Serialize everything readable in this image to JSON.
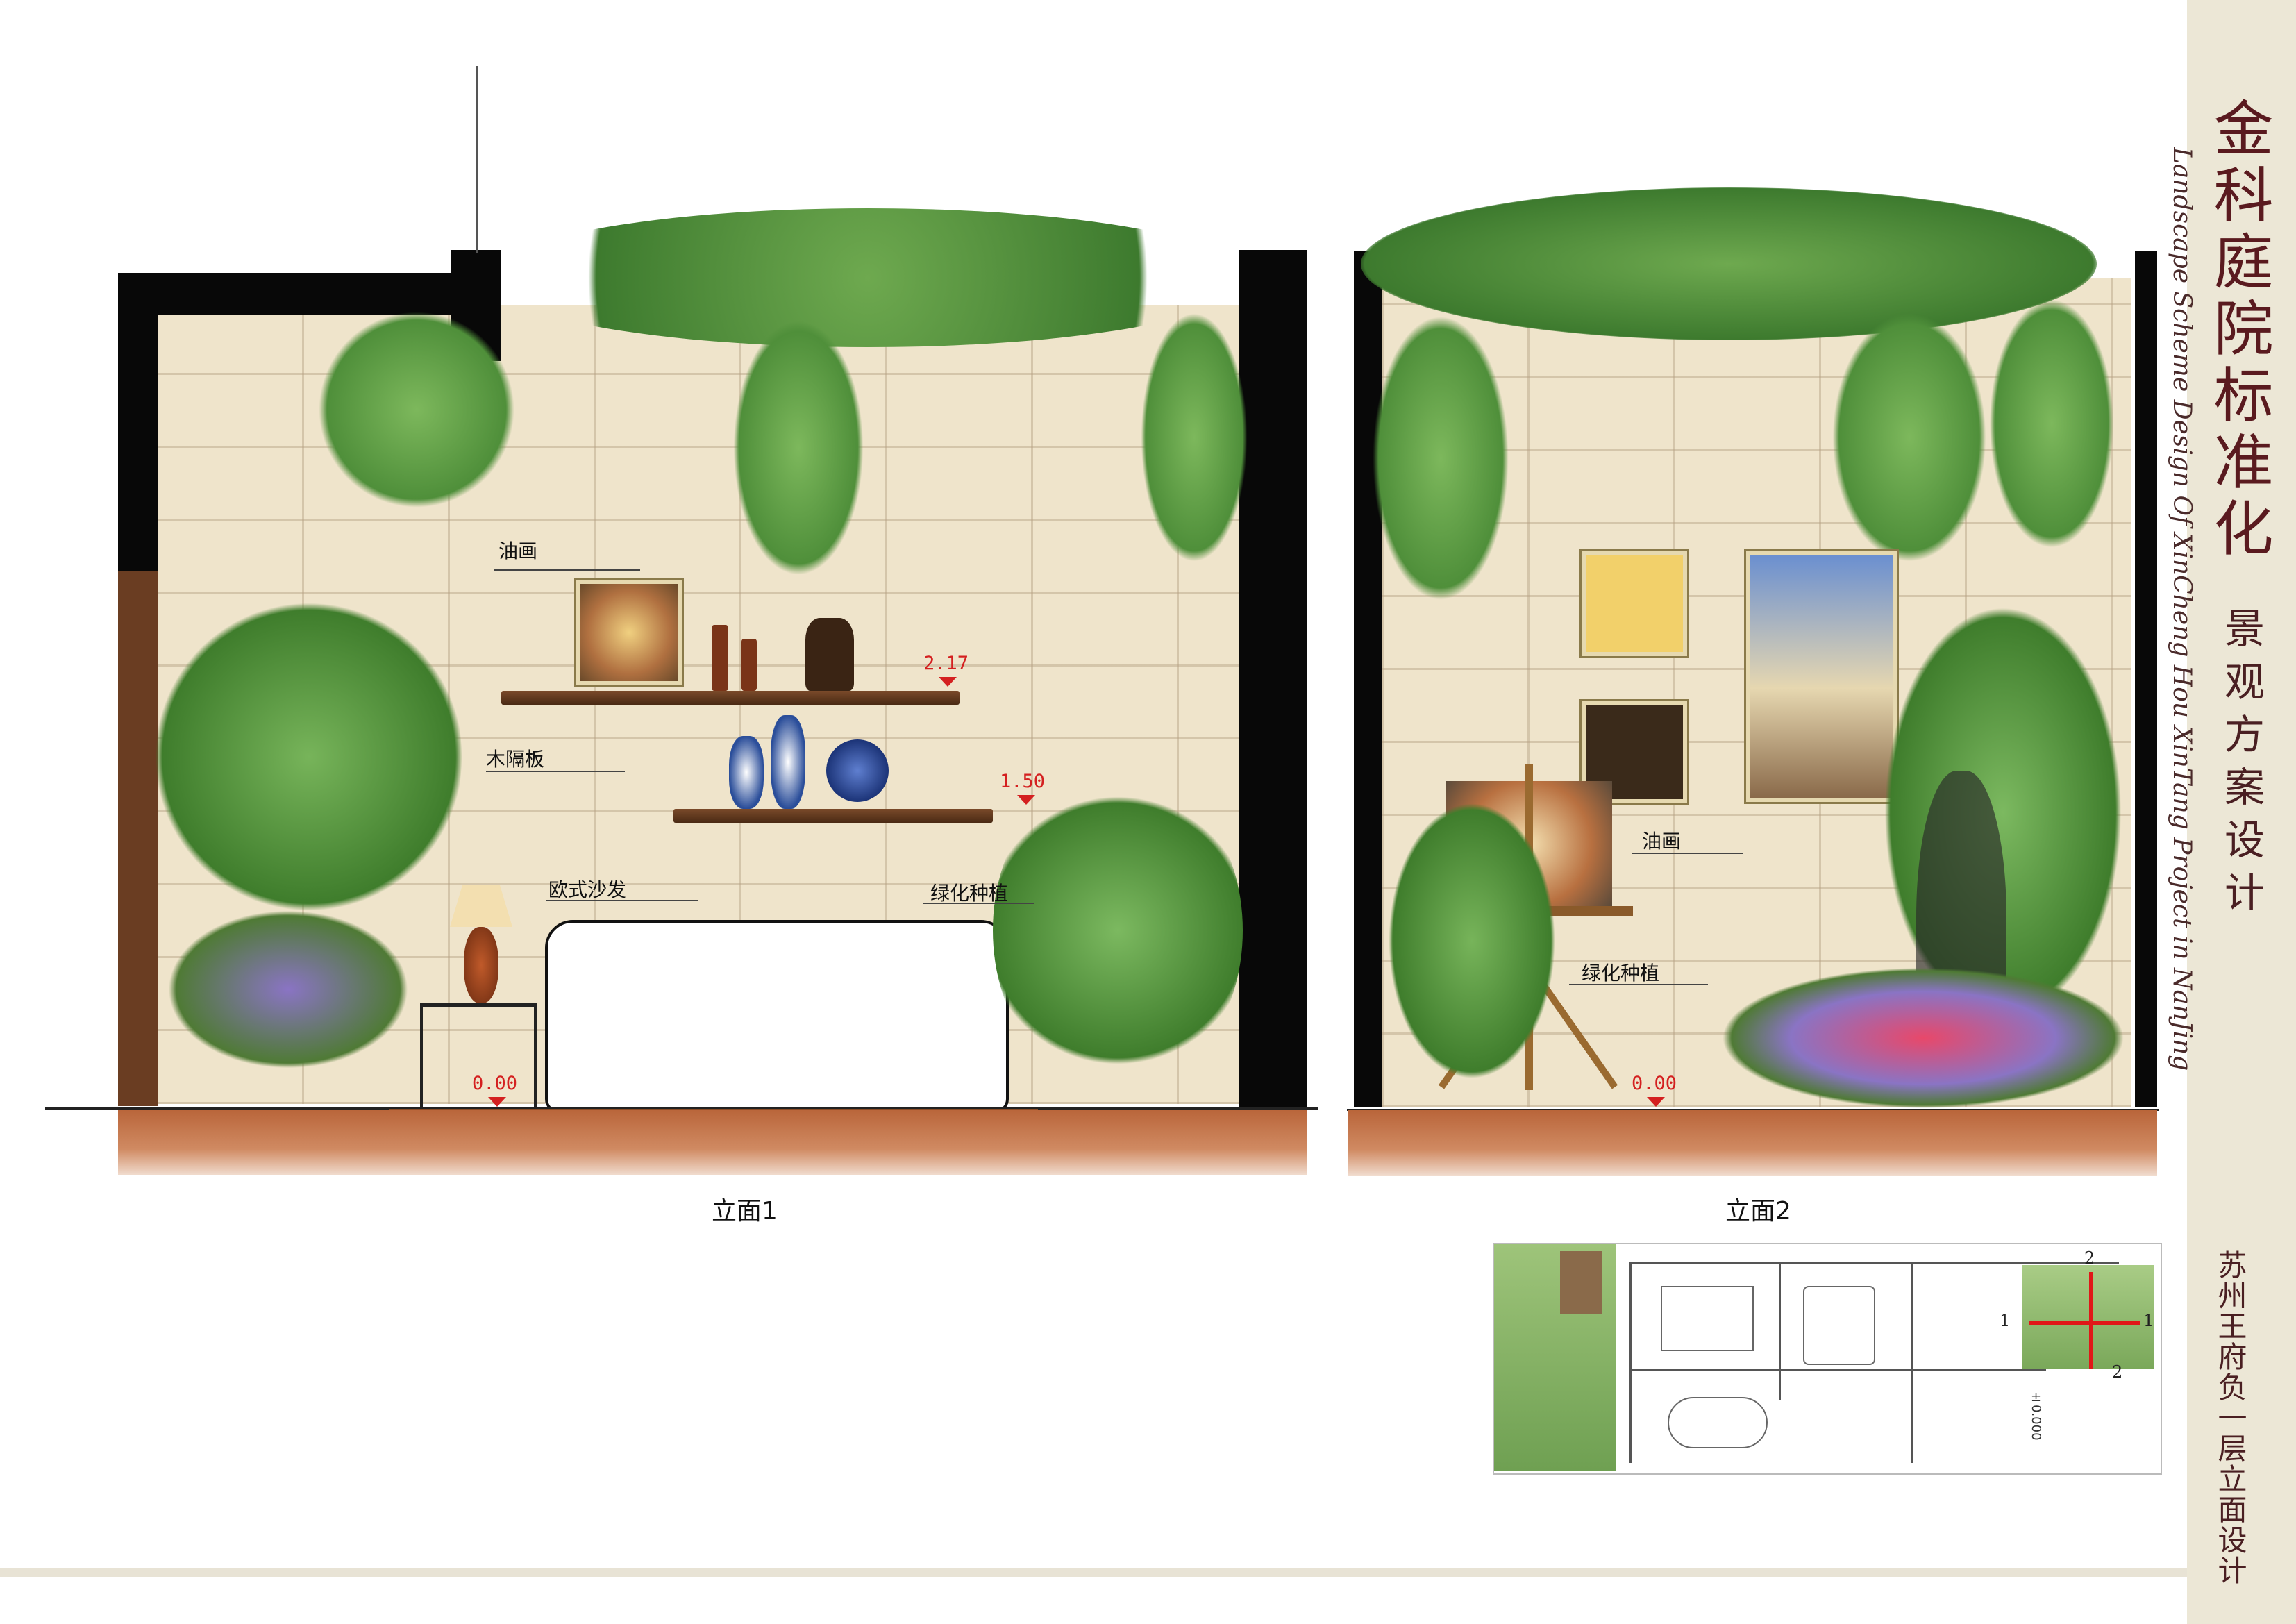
{
  "title": {
    "main_cn": "金科庭院标准化",
    "main_en": "Landscape Scheme Design Of XinCheng Hou XinTang Project in NanJing",
    "sub_cn": "景观方案设计",
    "page_cn": "苏州王府负一层立面设计"
  },
  "elevation1": {
    "caption": "立面1",
    "labels": {
      "painting": "油画",
      "shelf": "木隔板",
      "sofa": "欧式沙发",
      "planting": "绿化种植"
    },
    "levels": [
      "2.17",
      "1.50",
      "0.00"
    ]
  },
  "elevation2": {
    "caption": "立面2",
    "labels": {
      "painting": "油画",
      "planting": "绿化种植"
    },
    "levels": [
      "0.00"
    ]
  },
  "plan": {
    "section_marks": [
      "1",
      "1",
      "2",
      "2"
    ],
    "elevation_tag": "±0.000"
  },
  "colors": {
    "title": "#5a1a1f",
    "wall": "#efe4cb",
    "soil": "#c37449",
    "level_mark": "#d42020",
    "foliage": "#4f8f3a"
  }
}
